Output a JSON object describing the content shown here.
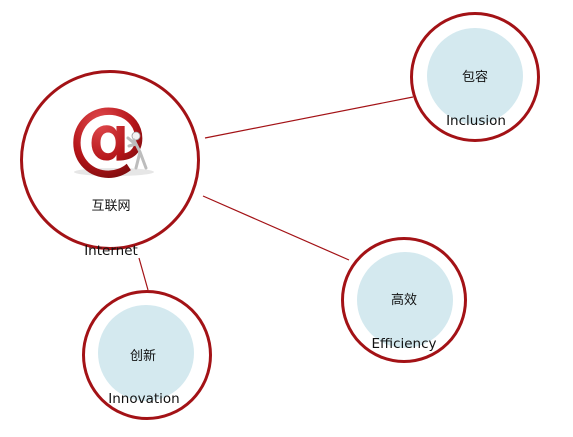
{
  "colors": {
    "ring": "#a31216",
    "connector": "#a31216",
    "inner_fill": "#d4e9ef",
    "at_sign": "#b41418"
  },
  "center": {
    "label_cn": "互联网",
    "label_en": "Internet",
    "icon": "at-sign-with-figure-icon"
  },
  "nodes": [
    {
      "id": "inclusion",
      "label_cn": "包容",
      "label_en": "Inclusion"
    },
    {
      "id": "efficiency",
      "label_cn": "高效",
      "label_en": "Efficiency"
    },
    {
      "id": "innovation",
      "label_cn": "创新",
      "label_en": "Innovation"
    }
  ]
}
